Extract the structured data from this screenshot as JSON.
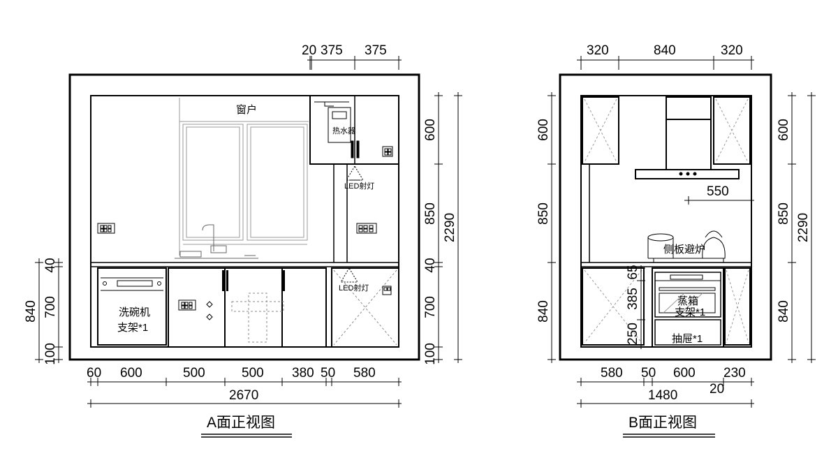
{
  "a_view": {
    "title": "A面正视图",
    "top_dims": [
      "20",
      "375",
      "375"
    ],
    "bottom_dims": [
      "60",
      "600",
      "500",
      "500",
      "380",
      "50",
      "580"
    ],
    "total_width": "2670",
    "right_dims": [
      "600",
      "850",
      "40",
      "700",
      "100"
    ],
    "right_total": "2290",
    "left_dims": [
      "40",
      "700",
      "100"
    ],
    "left_total": "840",
    "window_label": "窗户",
    "heater_label": "热水器",
    "lamp_label_1": "LED射灯",
    "lamp_label_2": "LED射灯",
    "dishwasher_label_1": "洗碗机",
    "dishwasher_label_2": "支架*1"
  },
  "b_view": {
    "title": "B面正视图",
    "top_dims": [
      "320",
      "840",
      "320"
    ],
    "bottom_dims": [
      "580",
      "50",
      "600",
      "230"
    ],
    "bottom_extra": "20",
    "total_width": "1480",
    "left_dims": [
      "600",
      "850",
      "840"
    ],
    "right_dims": [
      "600",
      "850",
      "840"
    ],
    "right_total": "2290",
    "inner_dims": [
      "65",
      "385",
      "250"
    ],
    "hood_dim": "550",
    "stove_label": "侧板避炉",
    "oven_label_1": "蒸箱",
    "oven_label_2": "支架*1",
    "drawer_label": "抽屉*1"
  }
}
